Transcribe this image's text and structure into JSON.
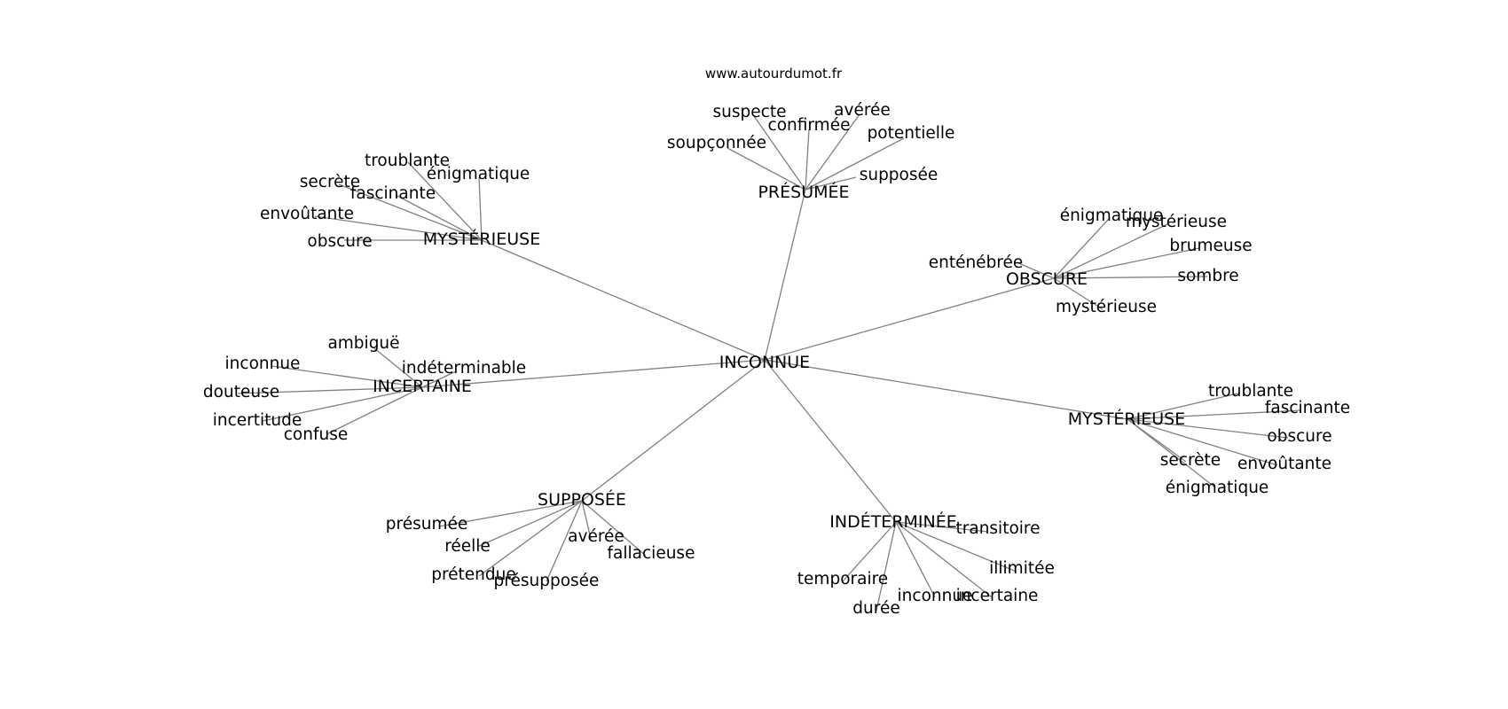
{
  "source": "www.autourdumot.fr",
  "graph": {
    "center": "INCONNUE",
    "groups": [
      {
        "hub": "PRÉSUMÉE",
        "leaves": [
          "soupçonnée",
          "suspecte",
          "confirmée",
          "avérée",
          "potentielle",
          "supposée"
        ]
      },
      {
        "hub": "MYSTÉRIEUSE",
        "leaves": [
          "troublante",
          "secrète",
          "fascinante",
          "énigmatique",
          "envoûtante",
          "obscure"
        ]
      },
      {
        "hub": "OBSCURE",
        "leaves": [
          "énigmatique",
          "mystérieuse",
          "brumeuse",
          "enténébrée",
          "sombre",
          "mystérieuse"
        ]
      },
      {
        "hub": "INCERTAINE",
        "leaves": [
          "ambiguë",
          "inconnue",
          "indéterminable",
          "douteuse",
          "incertitude",
          "confuse"
        ]
      },
      {
        "hub": "MYSTÉRIEUSE",
        "leaves": [
          "troublante",
          "fascinante",
          "obscure",
          "envoûtante",
          "secrète",
          "énigmatique"
        ]
      },
      {
        "hub": "SUPPOSÉE",
        "leaves": [
          "présumée",
          "réelle",
          "avérée",
          "fallacieuse",
          "prétendue",
          "présupposée"
        ]
      },
      {
        "hub": "INDÉTERMINÉE",
        "leaves": [
          "transitoire",
          "illimitée",
          "temporaire",
          "inconnue",
          "incertaine",
          "durée"
        ]
      }
    ]
  }
}
